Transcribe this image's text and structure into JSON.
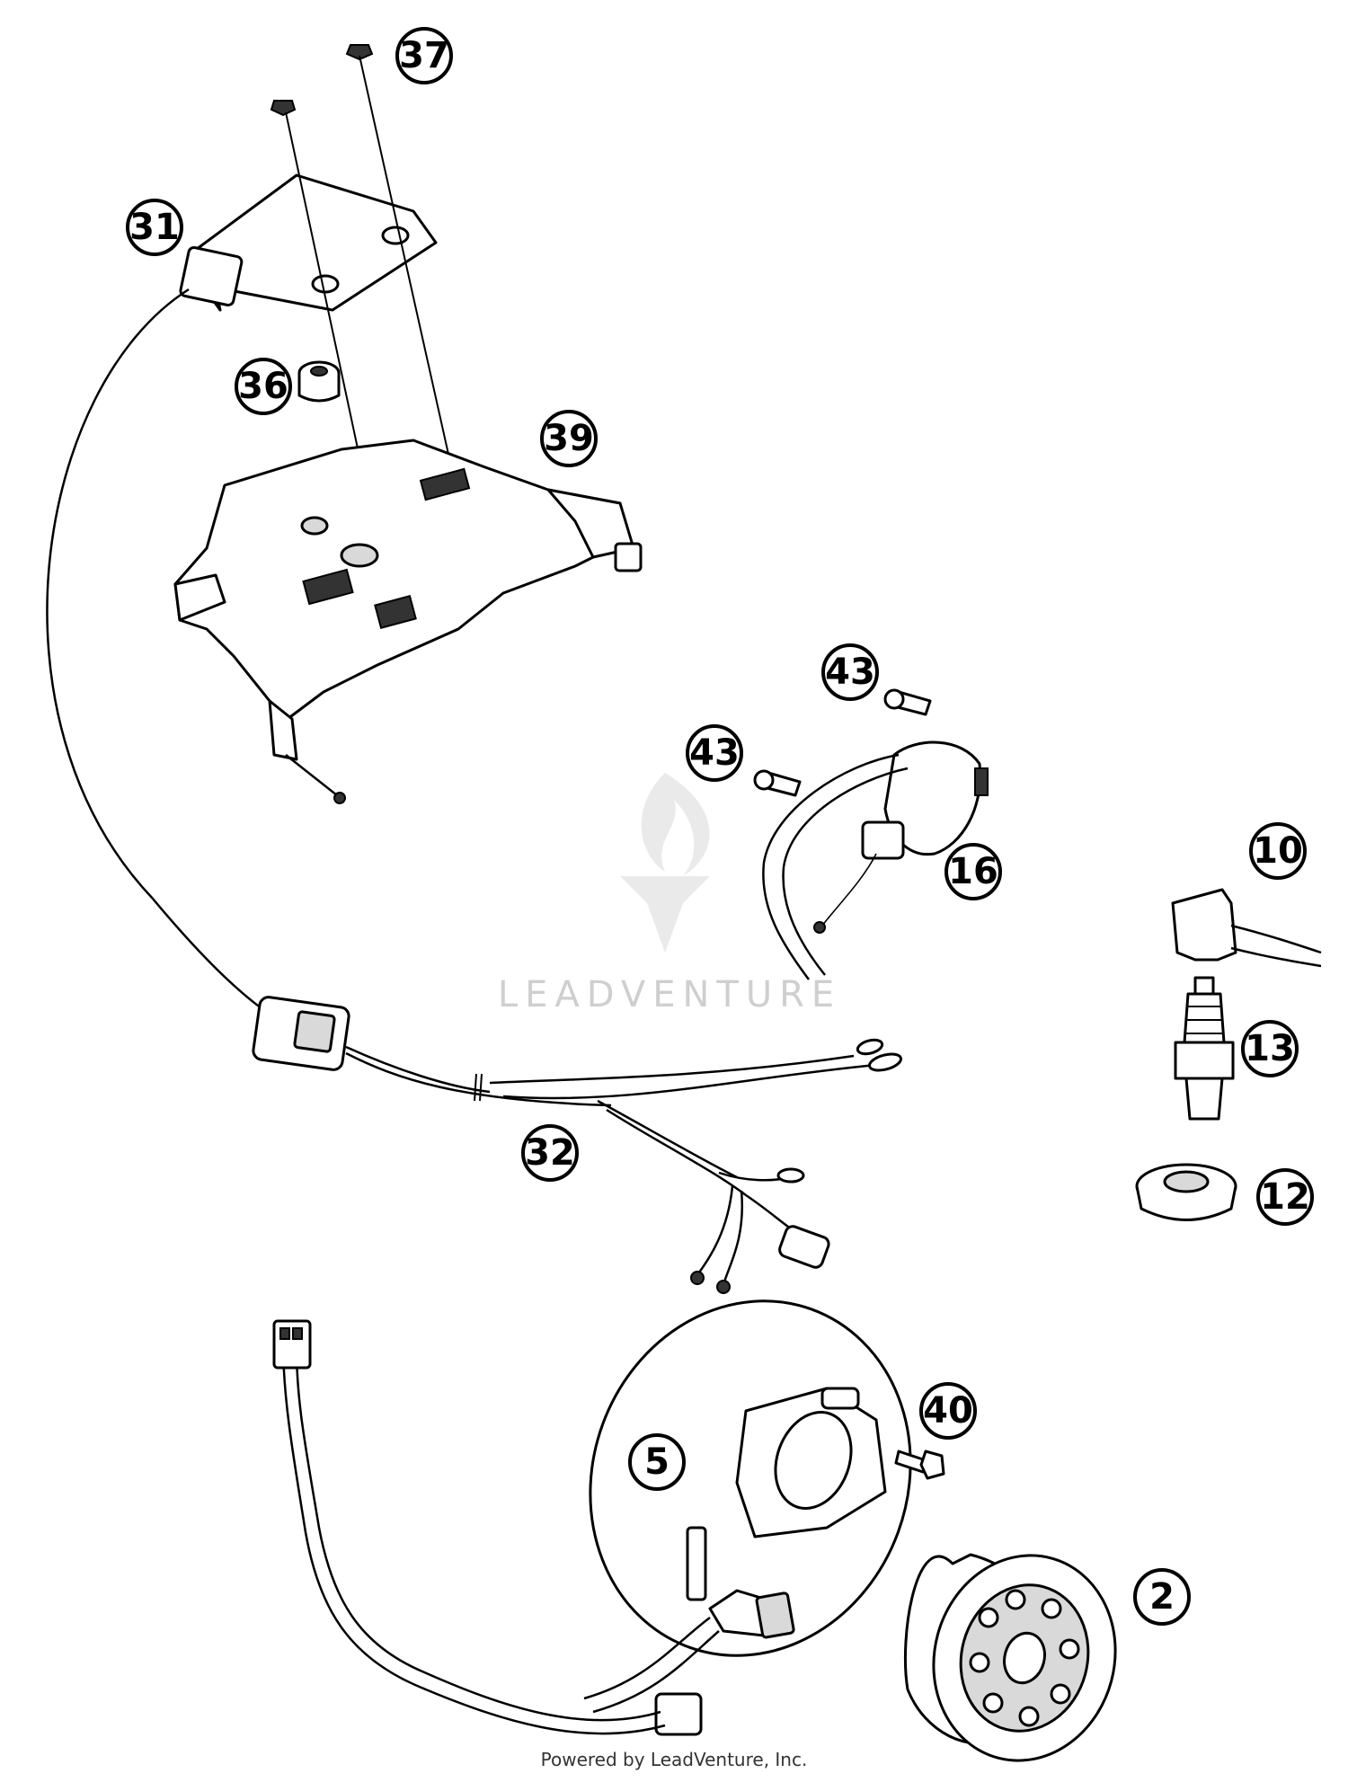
{
  "callouts": [
    "37",
    "31",
    "36",
    "39",
    "43",
    "43",
    "16",
    "10",
    "13",
    "12",
    "32",
    "40",
    "5",
    "2"
  ],
  "watermark": "LEADVENTURE",
  "footer": "Powered by LeadVenture, Inc."
}
